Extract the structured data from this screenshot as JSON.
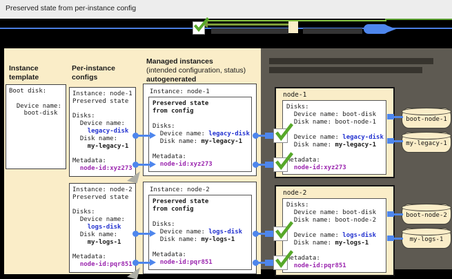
{
  "header": {
    "title": "Preserved state from per-instance config"
  },
  "colors": {
    "panel_beige": "#faedc8",
    "panel_dark": "#5e5a52",
    "connector_blue": "#4e86ec",
    "text_blue": "#2433d0",
    "text_purple": "#9b26af",
    "check_green": "#56a829",
    "legend_line_green": "#86c440",
    "legend_line_olive": "#7d9c3a",
    "legend_line_blue": "#4a7de2"
  },
  "columns": {
    "instance_template": {
      "title_line1": "Instance",
      "title_line2": "template",
      "box_lines": [
        [
          "Boot disk:"
        ],
        [
          ""
        ],
        [
          "  Device name:"
        ],
        [
          "    boot-disk"
        ]
      ]
    },
    "per_instance_configs": {
      "title_line1": "Per-instance",
      "title_line2": "configs",
      "node1_lines": [
        [
          "Instance: node-1"
        ],
        [
          "Preserved state"
        ],
        [
          ""
        ],
        [
          "Disks:"
        ],
        [
          "  Device name:"
        ],
        [
          "    ",
          {
            "t": "legacy-disk",
            "c": "blue"
          }
        ],
        [
          "  Disk name:"
        ],
        [
          "    ",
          {
            "t": "my-legacy-1",
            "c": "b"
          }
        ],
        [
          ""
        ],
        [
          "Metadata:"
        ],
        [
          "  ",
          {
            "t": "node-id:xyz273",
            "c": "purple"
          }
        ]
      ],
      "node2_lines": [
        [
          "Instance: node-2"
        ],
        [
          "Preserved state"
        ],
        [
          ""
        ],
        [
          "Disks:"
        ],
        [
          "  Device name:"
        ],
        [
          "    ",
          {
            "t": "logs-disk",
            "c": "blue"
          }
        ],
        [
          "  Disk name:"
        ],
        [
          "    ",
          {
            "t": "my-logs-1",
            "c": "b"
          }
        ],
        [
          ""
        ],
        [
          "Metadata:"
        ],
        [
          "  ",
          {
            "t": "node-id:pqr851",
            "c": "purple"
          }
        ]
      ]
    },
    "managed_instances": {
      "title_line1": "Managed instances",
      "title_line2": "(intended configuration, status)",
      "title_line3": "autogenerated",
      "node1_title": "Instance: node-1",
      "node1_inner": [
        [
          {
            "t": "Preserved state",
            "c": "b"
          }
        ],
        [
          {
            "t": "from config",
            "c": "b"
          }
        ],
        [
          ""
        ],
        [
          "Disks:"
        ],
        [
          "  Device name: ",
          {
            "t": "legacy-disk",
            "c": "blue"
          }
        ],
        [
          "  Disk name: ",
          {
            "t": "my-legacy-1",
            "c": "b"
          }
        ],
        [
          ""
        ],
        [
          "Metadata:"
        ],
        [
          "  ",
          {
            "t": "node-id:xyz273",
            "c": "purple"
          }
        ]
      ],
      "node2_title": "Instance: node-2",
      "node2_inner": [
        [
          {
            "t": "Preserved state",
            "c": "b"
          }
        ],
        [
          {
            "t": "from config",
            "c": "b"
          }
        ],
        [
          ""
        ],
        [
          "Disks:"
        ],
        [
          "  Device name: ",
          {
            "t": "logs-disk",
            "c": "blue"
          }
        ],
        [
          "  Disk name: ",
          {
            "t": "my-logs-1",
            "c": "b"
          }
        ],
        [
          ""
        ],
        [
          "Metadata:"
        ],
        [
          "  ",
          {
            "t": "node-id:pqr851",
            "c": "purple"
          }
        ]
      ]
    }
  },
  "vm_instances": {
    "node1": {
      "label": "node-1",
      "inner": [
        [
          "Disks:"
        ],
        [
          "  Device name: boot-disk"
        ],
        [
          "  Disk name: boot-node-1"
        ],
        [
          ""
        ],
        [
          "  Device name: ",
          {
            "t": "legacy-disk",
            "c": "blue"
          }
        ],
        [
          "  Disk name: ",
          {
            "t": "my-legacy-1",
            "c": "b"
          }
        ],
        [
          ""
        ],
        [
          "Metadata:"
        ],
        [
          "  ",
          {
            "t": "node-id:xyz273",
            "c": "purple"
          }
        ]
      ],
      "disks": [
        "boot-node-1",
        "my-legacy-1"
      ]
    },
    "node2": {
      "label": "node-2",
      "inner": [
        [
          "Disks:"
        ],
        [
          "  Device name: boot-disk"
        ],
        [
          "  Disk name: boot-node-2"
        ],
        [
          ""
        ],
        [
          "  Device name: ",
          {
            "t": "logs-disk",
            "c": "blue"
          }
        ],
        [
          "  Disk name: ",
          {
            "t": "my-logs-1",
            "c": "b"
          }
        ],
        [
          ""
        ],
        [
          "Metadata:"
        ],
        [
          "  ",
          {
            "t": "node-id:pqr851",
            "c": "purple"
          }
        ]
      ],
      "disks": [
        "boot-node-2",
        "my-logs-1"
      ]
    }
  }
}
